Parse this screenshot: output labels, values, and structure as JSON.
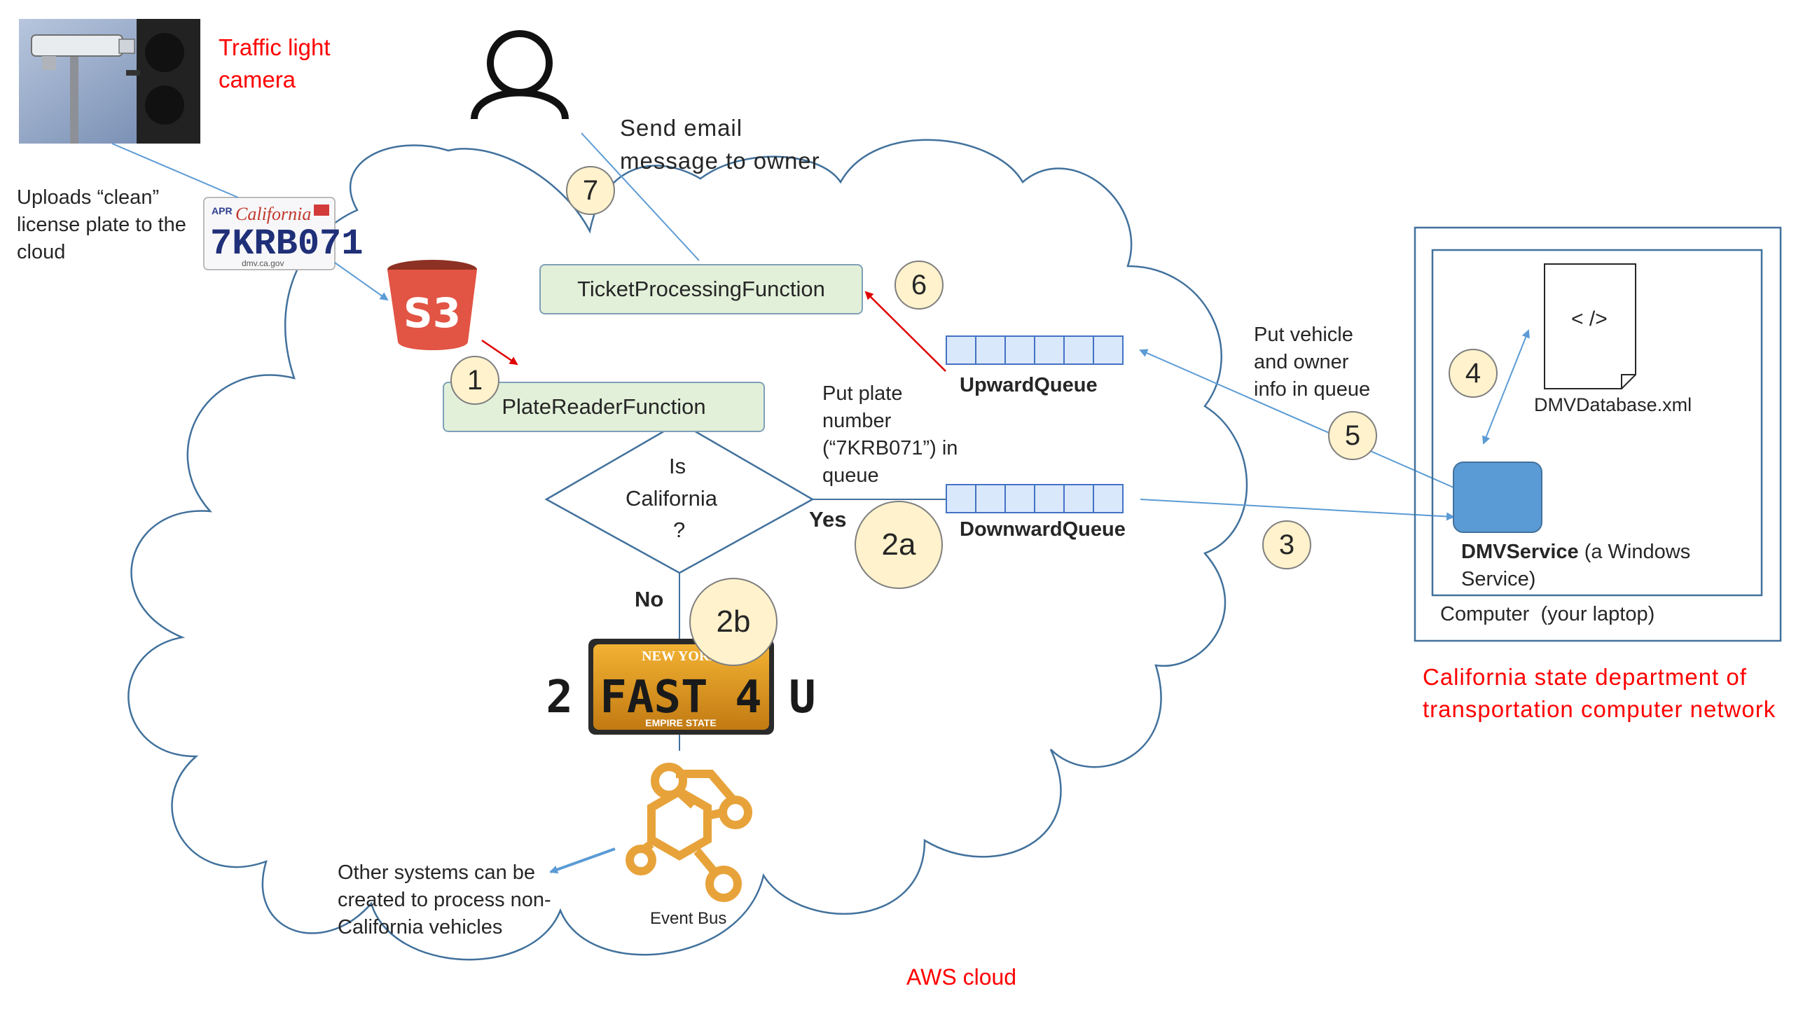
{
  "camera": {
    "label": "Traffic light camera",
    "line1": "Traffic light",
    "line2": "camera"
  },
  "upload_note": {
    "line1": "Uploads “clean”",
    "line2": "license plate to the",
    "line3": "cloud"
  },
  "ca_plate": {
    "month": "APR",
    "state": "California",
    "number": "7KRB071",
    "footer": "dmv.ca.gov"
  },
  "s3": {
    "label": "S3"
  },
  "email_note": {
    "line1": "Send email",
    "line2": "message to owner"
  },
  "functions": {
    "ticket": "TicketProcessingFunction",
    "plate_reader": "PlateReaderFunction"
  },
  "decision": {
    "line1": "Is",
    "line2": "California",
    "line3": "?",
    "yes": "Yes",
    "no": "No"
  },
  "plate_note": {
    "line1": "Put plate",
    "line2": "number",
    "line3": "(“7KRB071”) in",
    "line4": "queue"
  },
  "queues": {
    "upward": "UpwardQueue",
    "downward": "DownwardQueue"
  },
  "steps": {
    "s1": "1",
    "s2a": "2a",
    "s2b": "2b",
    "s3": "3",
    "s4": "4",
    "s5": "5",
    "s6": "6",
    "s7": "7"
  },
  "ny_plate": {
    "state": "NEW YORK",
    "number": "2 FAST 4 U",
    "footer": "EMPIRE STATE"
  },
  "event_bus": {
    "label": "Event Bus"
  },
  "other_note": {
    "line1": "Other systems can be",
    "line2": "created to process non-",
    "line3": "California vehicles"
  },
  "aws_label": "AWS cloud",
  "vehicle_note": {
    "line1": "Put vehicle",
    "line2": "and owner",
    "line3": "info in queue"
  },
  "dmv": {
    "file_icon": "< />",
    "file_name": "DMVDatabase.xml",
    "service_name": "DMVService",
    "service_suffix": " (a Windows",
    "service_line2": "Service)",
    "computer": "Computer  (your laptop)"
  },
  "network": {
    "line1": "California state department of",
    "line2": "transportation computer network"
  },
  "colors": {
    "red": "#ff0000",
    "arrow_blue": "#5b9bd5",
    "badge_fill": "#fff2cc",
    "function_fill": "#e2f0d9",
    "s3_red": "#e25444",
    "event_orange": "#e7a33a",
    "service_blue": "#5b9bd5"
  },
  "icons": {
    "person": "person-icon",
    "camera": "traffic-camera-image",
    "s3": "s3-bucket-icon",
    "event_bus": "event-bus-icon",
    "file": "xml-file-icon"
  }
}
